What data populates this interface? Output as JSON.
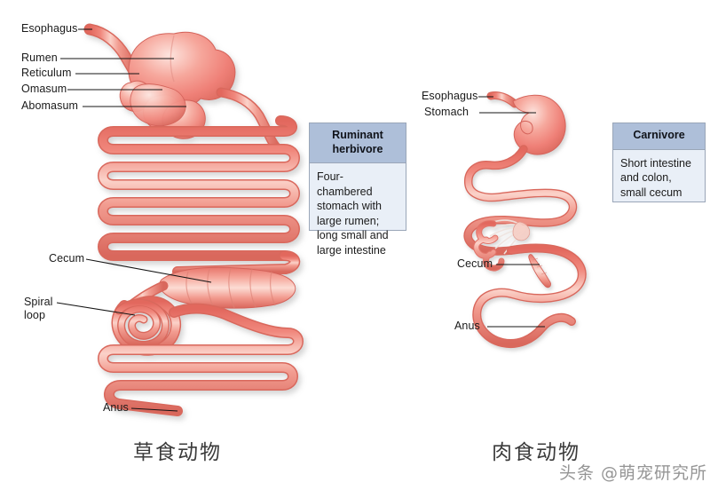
{
  "figure": {
    "title": "Comparative digestive tract anatomy",
    "background_color": "#ffffff",
    "organ_color": "#ef8178",
    "organ_highlight_color": "#fbd9d2",
    "organ_outline_color": "#d8695f"
  },
  "herbivore": {
    "caption": "草食动物",
    "labels": [
      {
        "id": "esophagus",
        "text": "Esophagus"
      },
      {
        "id": "rumen",
        "text": "Rumen"
      },
      {
        "id": "reticulum",
        "text": "Reticulum"
      },
      {
        "id": "omasum",
        "text": "Omasum"
      },
      {
        "id": "abomasum",
        "text": "Abomasum"
      },
      {
        "id": "cecum",
        "text": "Cecum"
      },
      {
        "id": "spiral-loop",
        "text": "Spiral\nloop"
      },
      {
        "id": "spiral-loop-line1",
        "text": "Spiral"
      },
      {
        "id": "spiral-loop-line2",
        "text": "loop"
      },
      {
        "id": "anus",
        "text": "Anus"
      }
    ],
    "info_box": {
      "header_line1": "Ruminant",
      "header_line2": "herbivore",
      "body_line1": "Four-chambered",
      "body_line2": "stomach with",
      "body_line3": "large rumen;",
      "body_line4": "long small and",
      "body_line5": "large intestine",
      "header_color": "#aebfd9",
      "body_color": "#e9eff7"
    }
  },
  "carnivore": {
    "caption": "肉食动物",
    "labels": [
      {
        "id": "esophagus",
        "text": "Esophagus"
      },
      {
        "id": "stomach",
        "text": "Stomach"
      },
      {
        "id": "cecum",
        "text": "Cecum"
      },
      {
        "id": "anus",
        "text": "Anus"
      }
    ],
    "info_box": {
      "header_line1": "Carnivore",
      "body_line1": "Short intestine",
      "body_line2": "and colon,",
      "body_line3": "small cecum",
      "header_color": "#aebfd9",
      "body_color": "#e9eff7"
    }
  },
  "watermark": {
    "text": "头条 @萌宠研究所"
  }
}
